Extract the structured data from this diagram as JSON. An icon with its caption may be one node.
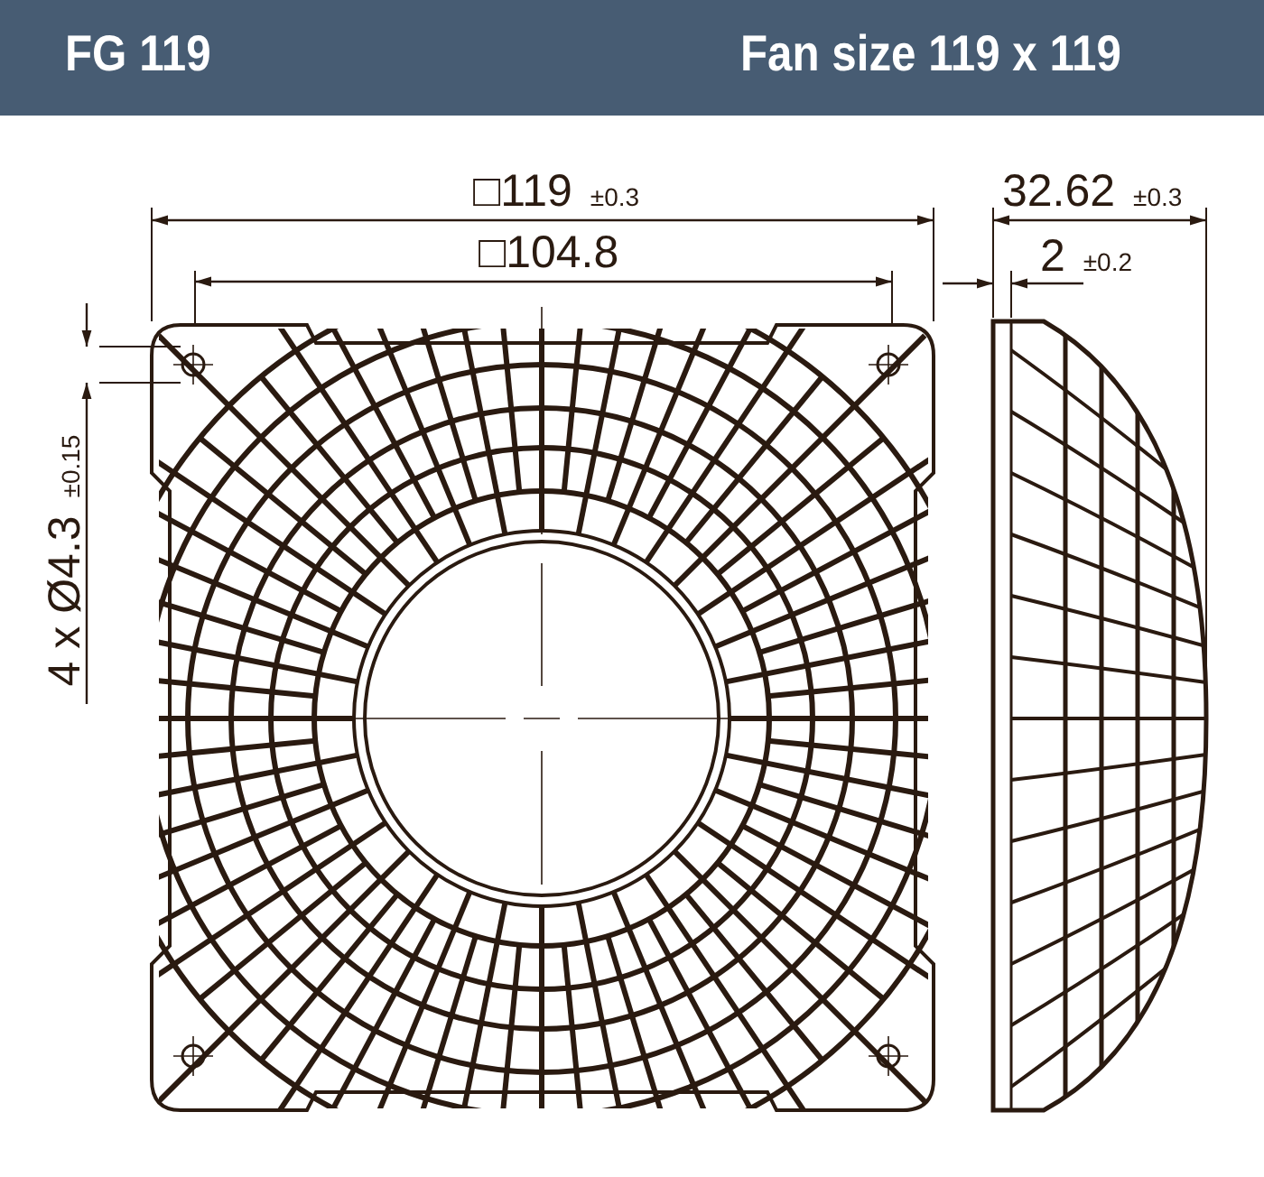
{
  "diagram": {
    "title": "FG 119",
    "labels": [
      "Fan size 119 x 119",
      "□119 $_{±0.3}$",
      "□104.8",
      "32.62 $_{±0.3}$",
      "2 $_{±0.2}$",
      "4 x Ø4.3 $_{±0.15}$"
    ]
  }
}
